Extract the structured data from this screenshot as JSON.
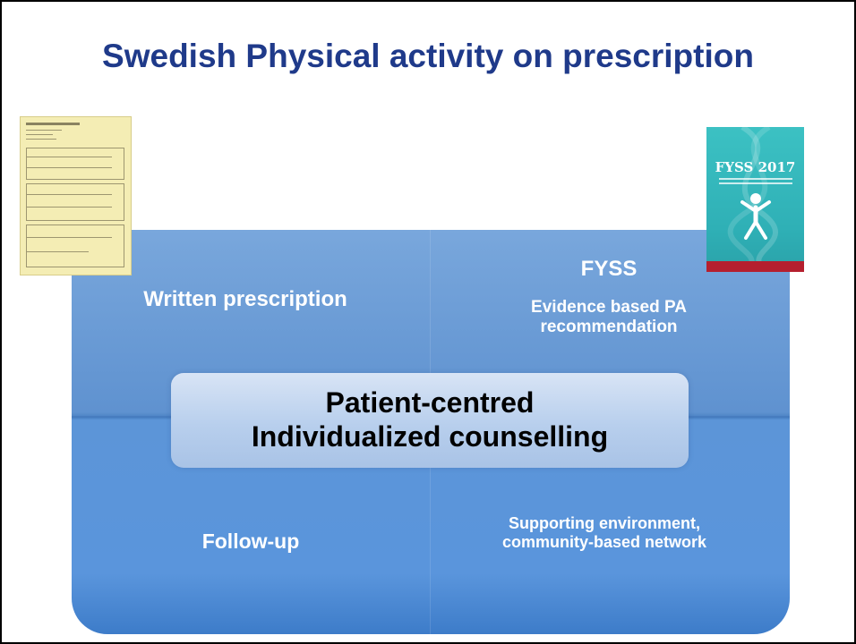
{
  "title": "Swedish Physical activity on prescription",
  "quadrants": {
    "top_left": "Written prescription",
    "top_right_heading": "FYSS",
    "top_right_sub_line1": "Evidence based PA",
    "top_right_sub_line2": "recommendation",
    "bottom_left": "Follow-up",
    "bottom_right_line1": "Supporting environment,",
    "bottom_right_line2": "community-based network"
  },
  "center": {
    "line1": "Patient-centred",
    "line2": "Individualized counselling"
  },
  "images": {
    "prescription_form": "prescription-form-icon",
    "fyss_book": "fyss-book-icon",
    "fyss_book_title": "FYSS 2017"
  },
  "colors": {
    "title": "#1f3a8a",
    "panel": "#5a95dc",
    "center_box": "#b8cfed",
    "book": "#2fb0b6",
    "form": "#f4edb4"
  }
}
